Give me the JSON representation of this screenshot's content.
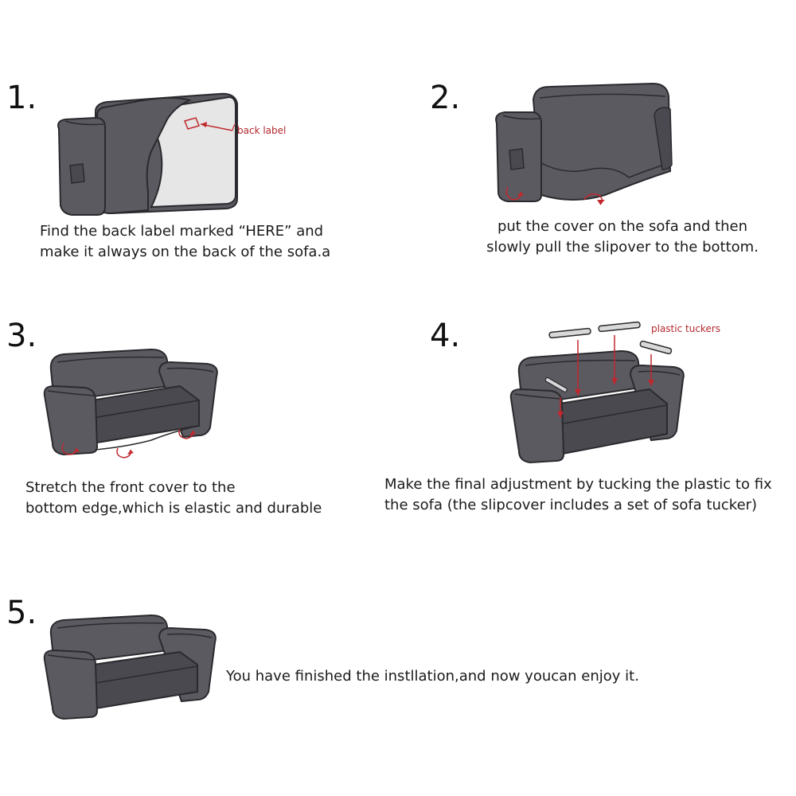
{
  "colors": {
    "sofa": "#5b5a61",
    "sofa_dark": "#4a4950",
    "outline": "#2a2a2e",
    "accent": "#c0282d",
    "cushion_light": "#e6e6e6"
  },
  "steps": [
    {
      "number": "1.",
      "annotation": "back label",
      "lines": [
        "Find the back label marked “HERE” and",
        "make it always on the back of the sofa.a"
      ]
    },
    {
      "number": "2.",
      "lines": [
        "put the cover on the sofa and then",
        "slowly pull the slipover to the bottom."
      ]
    },
    {
      "number": "3.",
      "lines": [
        "Stretch the front cover to the",
        "bottom edge,which is elastic and durable"
      ]
    },
    {
      "number": "4.",
      "annotation": "plastic tuckers",
      "lines": [
        "Make the final adjustment by tucking the plastic to fix",
        "the sofa  (the slipcover includes a set of sofa tucker)"
      ]
    },
    {
      "number": "5.",
      "lines": [
        "You have finished the instllation,and now youcan enjoy it."
      ]
    }
  ]
}
